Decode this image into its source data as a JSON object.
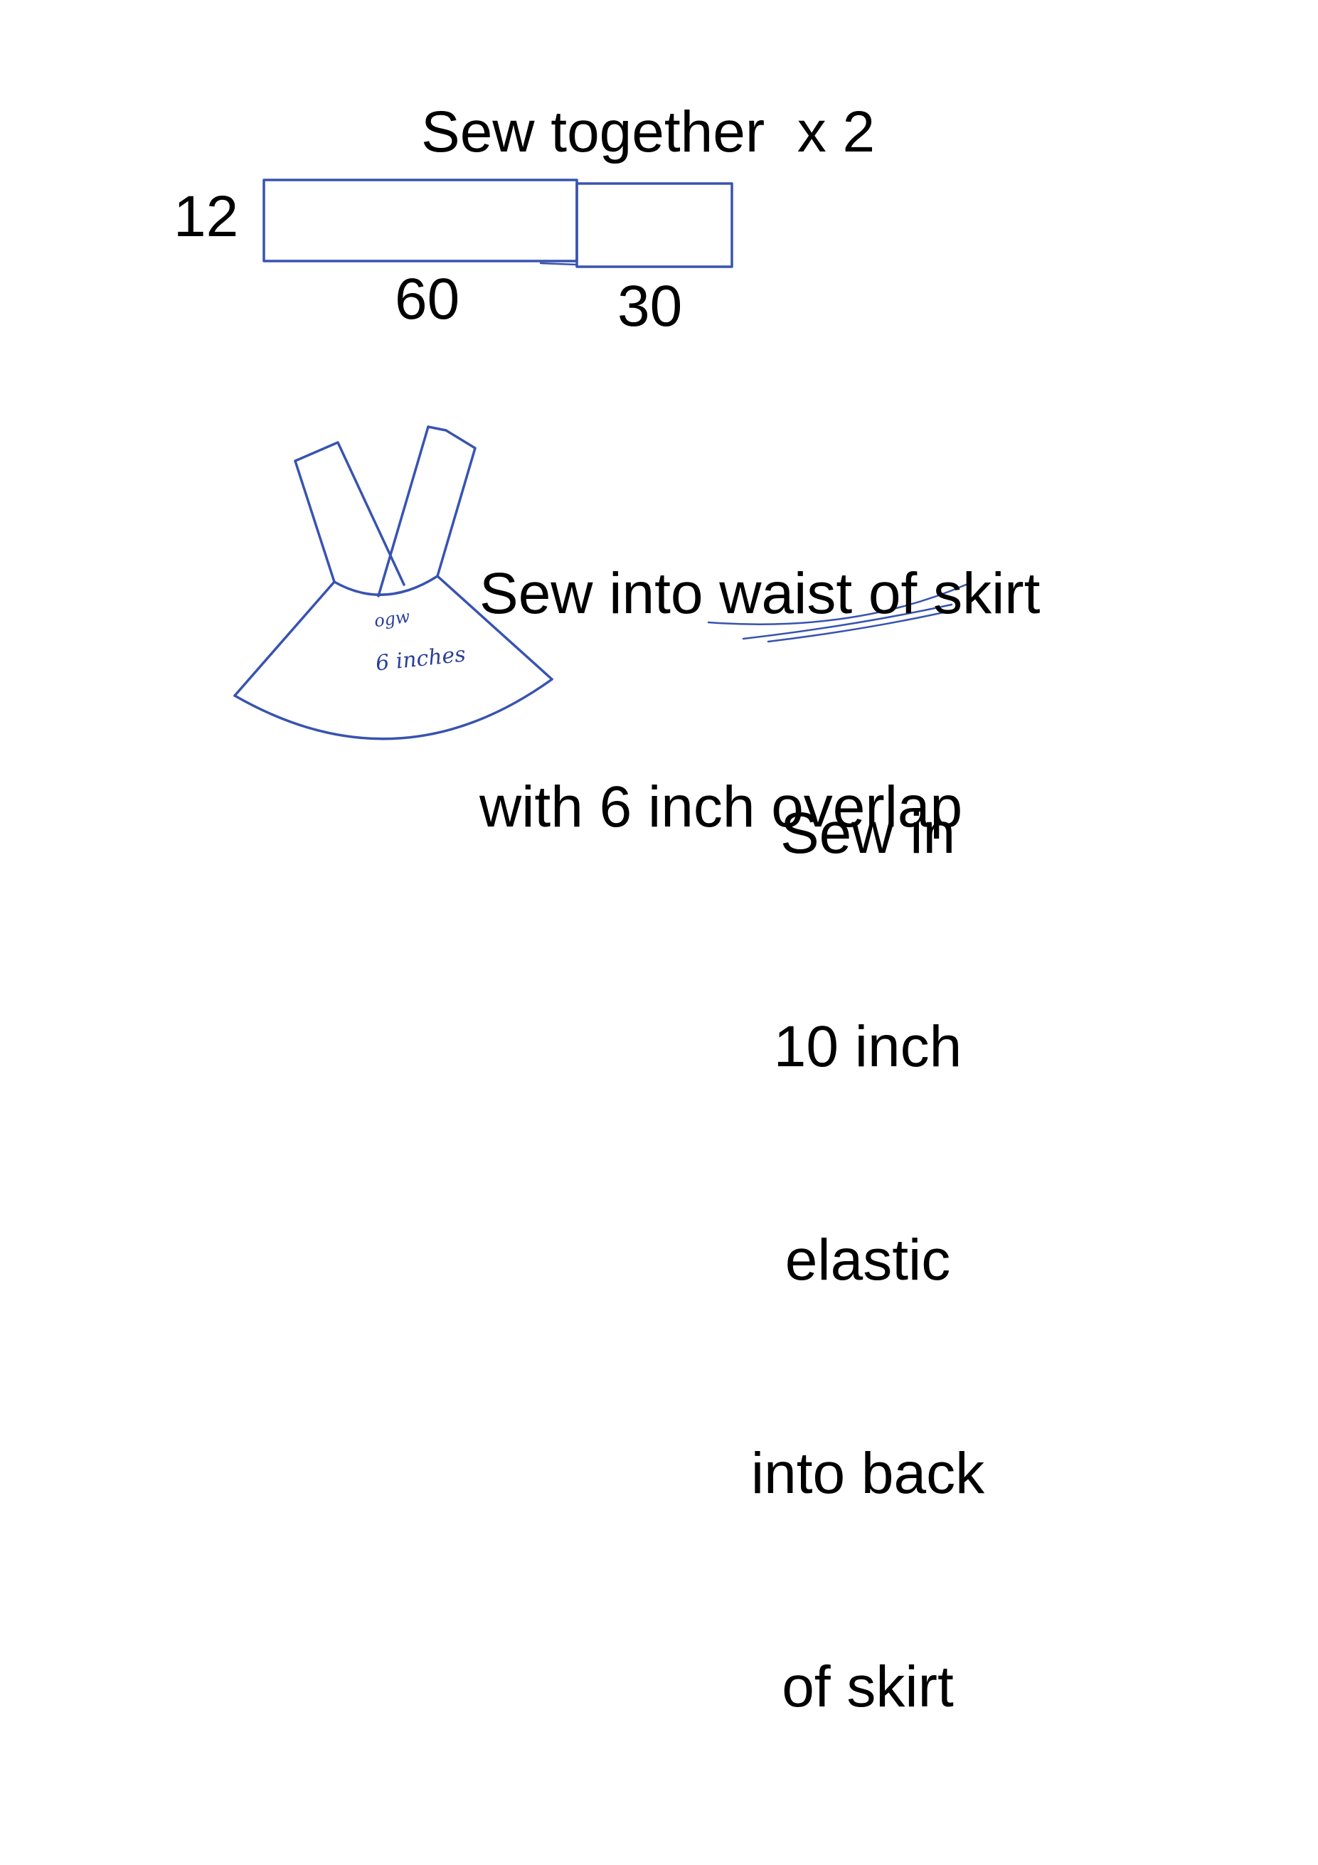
{
  "heading": "Sew together  x 2",
  "dimensions": {
    "height": "12",
    "long_piece": "60",
    "short_piece": "30"
  },
  "waist_instruction": {
    "line1": "Sew into waist of skirt",
    "line2": "with 6 inch overlap"
  },
  "skirt_handwriting": {
    "top": "ogw",
    "bottom": "6 inches"
  },
  "elastic_instruction": {
    "line1": "Sew in",
    "line2": "10 inch",
    "line3": "elastic",
    "line4": "into back",
    "line5": "of skirt"
  },
  "ink_color": "#3853b0"
}
